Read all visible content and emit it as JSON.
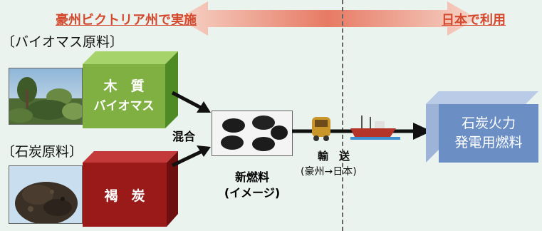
{
  "header": {
    "left_label": "豪州ビクトリア州で実施",
    "right_label": "日本で利用"
  },
  "labels": {
    "biomass_raw": "〔バイオマス原料〕",
    "coal_raw": "〔石炭原料〕",
    "mix": "混合",
    "transport": "輸　送",
    "route": "(豪州→日本)"
  },
  "boxes": {
    "wood_line1": "木　質",
    "wood_line2": "バイオマス",
    "lignite": "褐　炭",
    "power_line1": "石炭火力",
    "power_line2": "発電用燃料"
  },
  "new_fuel": {
    "line1": "新燃料",
    "line2": "(イメージ)"
  },
  "colors": {
    "accent_red": "#d4482d",
    "green": "#7fb041",
    "dark_red": "#9a1a1a",
    "blue": "#6b8fc4"
  }
}
